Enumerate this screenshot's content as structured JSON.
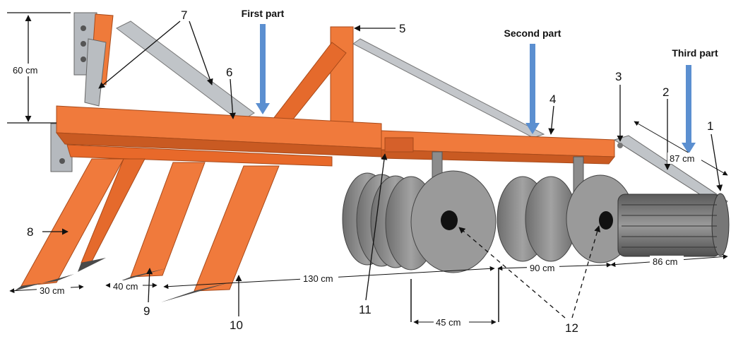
{
  "parts": {
    "first": "First part",
    "second": "Second part",
    "third": "Third part"
  },
  "labels": [
    "1",
    "2",
    "3",
    "4",
    "5",
    "6",
    "7",
    "8",
    "9",
    "10",
    "11",
    "12"
  ],
  "dimensions": {
    "height_60": "60 cm",
    "d87": "87 cm",
    "d30": "30 cm",
    "d40": "40 cm",
    "d130": "130 cm",
    "d90": "90 cm",
    "d86": "86 cm",
    "d45": "45 cm"
  },
  "colors": {
    "frame": "#f07a3c",
    "frame_dark": "#c95a22",
    "steel": "#b8bcc1",
    "disc": "#8e8e8e",
    "blue_arrow": "#5b8fd0"
  }
}
